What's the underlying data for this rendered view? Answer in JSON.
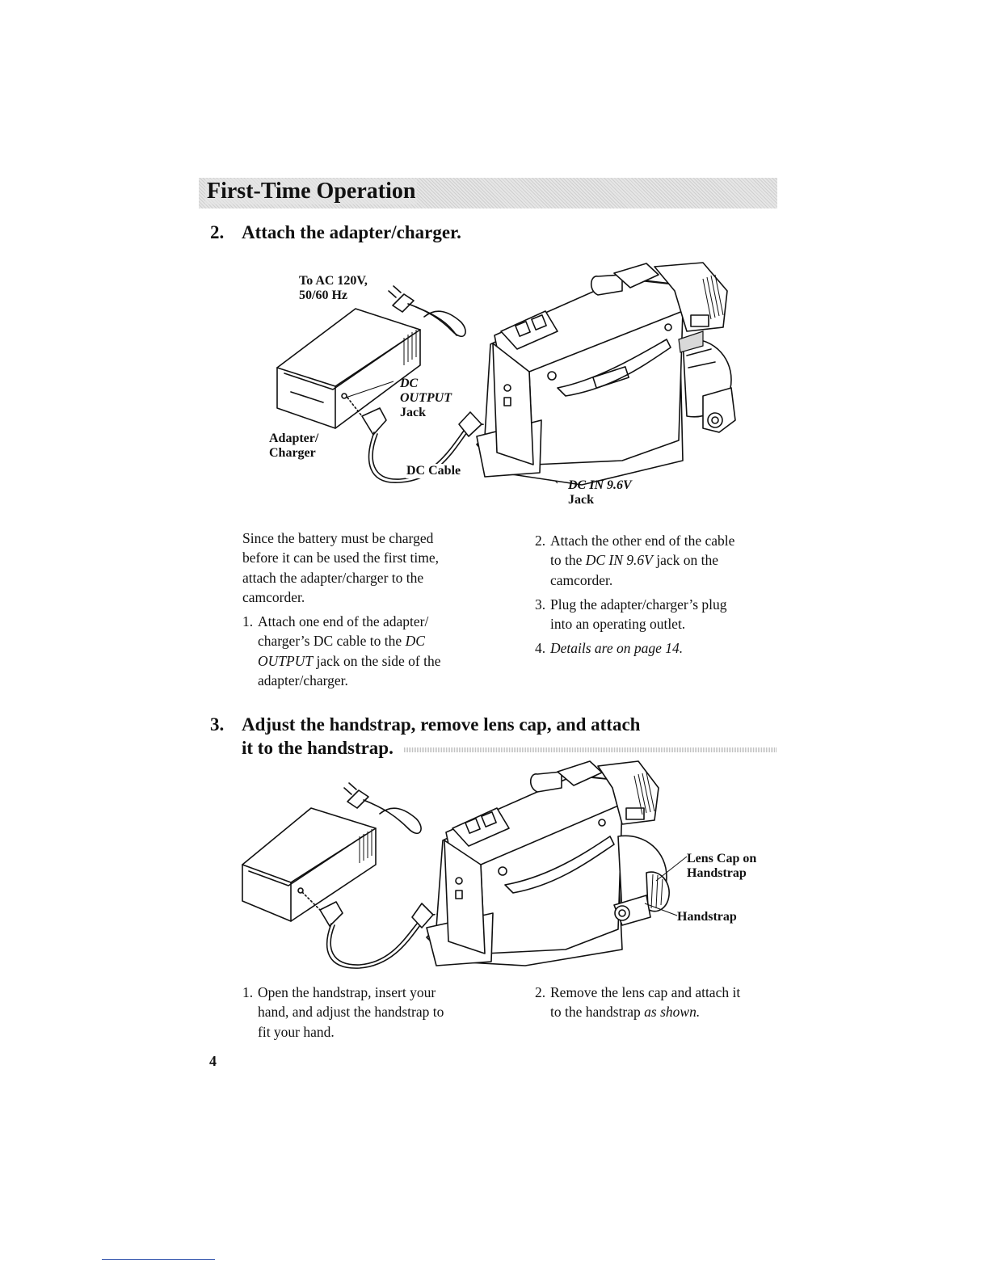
{
  "header": {
    "section_title": "First-Time Operation"
  },
  "step2": {
    "number": "2.",
    "title": "Attach the adapter/charger.",
    "labels": {
      "ac_line1": "To AC 120V,",
      "ac_line2": "50/60 Hz",
      "dc_output_1": "DC",
      "dc_output_2": "OUTPUT",
      "dc_output_3": "Jack",
      "adapter_1": "Adapter/",
      "adapter_2": "Charger",
      "dc_cable": "DC Cable",
      "dc_in_1": "DC IN 9.6V",
      "dc_in_2": "Jack"
    },
    "intro": [
      "Since the battery must be charged",
      "before it can be used the first time,",
      "attach the adapter/charger to the",
      "camcorder."
    ],
    "item1": {
      "num": "1.",
      "l1": "Attach one end of the adapter/",
      "l2": "charger’s DC cable to the ",
      "l2_it": "DC",
      "l3_it": "OUTPUT",
      "l3": " jack on the side of the",
      "l4": "adapter/charger."
    },
    "item2": {
      "num": "2.",
      "l1": "Attach the other end of the cable",
      "l2a": "to the ",
      "l2_it": "DC IN 9.6V",
      "l2b": " jack on the",
      "l3": "camcorder."
    },
    "item3": {
      "num": "3.",
      "l1": "Plug the adapter/charger’s plug",
      "l2": "into an operating outlet."
    },
    "item4": {
      "num": "4.",
      "l1_it": "Details are on page 14."
    }
  },
  "step3": {
    "number": "3.",
    "title_line1": "Adjust the handstrap, remove lens cap, and attach",
    "title_line2": "it to the handstrap.",
    "labels": {
      "lens_cap_1": "Lens Cap on",
      "lens_cap_2": "Handstrap",
      "handstrap": "Handstrap"
    },
    "item1": {
      "num": "1.",
      "l1": "Open the handstrap, insert your",
      "l2": "hand, and adjust the handstrap to",
      "l3": "fit your hand."
    },
    "item2": {
      "num": "2.",
      "l1": "Remove the lens cap and attach it",
      "l2a": "to the handstrap ",
      "l2_it": "as shown."
    }
  },
  "footer": {
    "page_number": "4"
  }
}
